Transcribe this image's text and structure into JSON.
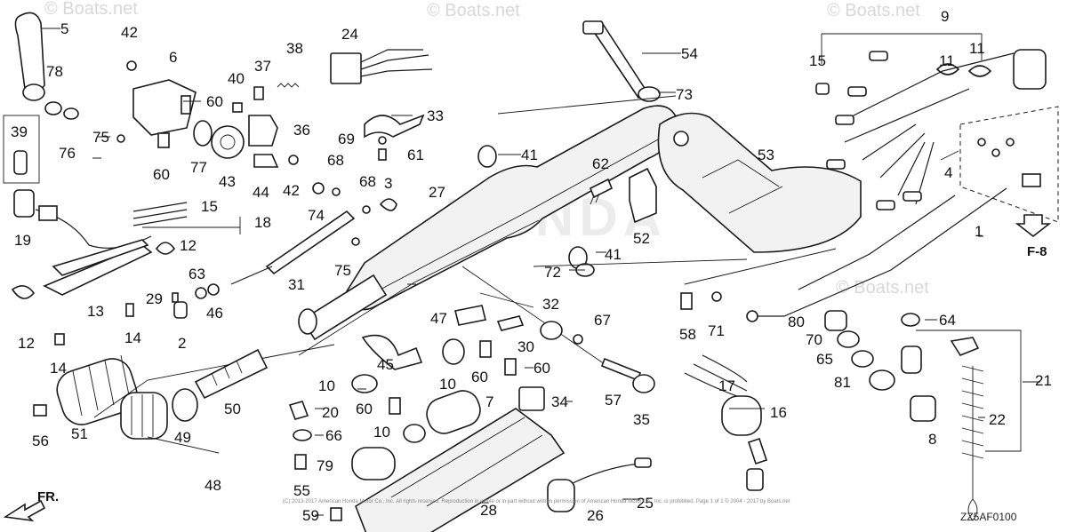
{
  "diagram": {
    "watermarks": [
      "© Boats.net",
      "© Boats.net",
      "© Boats.net",
      "© Boats.net"
    ],
    "center_watermark": "HONDA",
    "diagram_code": "ZZ5AF0100",
    "page_ref": "F-8",
    "front_label": "FR.",
    "copyright": "(C) 2013-2017 American Honda Motor Co., Inc. All rights reserved. Reproduction in whole or in part without written permission of American Honda Motor Co., Inc. is prohibited. Page 1 of 1 © 2004 - 2017 by Boats.net",
    "callouts": [
      "1",
      "2",
      "3",
      "4",
      "5",
      "6",
      "7",
      "8",
      "9",
      "10",
      "10",
      "10",
      "11",
      "11",
      "12",
      "12",
      "13",
      "14",
      "14",
      "15",
      "15",
      "16",
      "17",
      "18",
      "19",
      "20",
      "21",
      "22",
      "24",
      "25",
      "26",
      "27",
      "28",
      "29",
      "30",
      "31",
      "32",
      "33",
      "34",
      "35",
      "36",
      "37",
      "38",
      "39",
      "40",
      "41",
      "41",
      "42",
      "42",
      "43",
      "44",
      "45",
      "46",
      "47",
      "48",
      "49",
      "50",
      "51",
      "52",
      "53",
      "54",
      "55",
      "56",
      "57",
      "58",
      "59",
      "60",
      "60",
      "60",
      "60",
      "60",
      "61",
      "62",
      "63",
      "64",
      "65",
      "66",
      "67",
      "68",
      "68",
      "69",
      "70",
      "71",
      "72",
      "73",
      "74",
      "75",
      "75",
      "76",
      "77",
      "78",
      "79",
      "80",
      "81"
    ]
  }
}
